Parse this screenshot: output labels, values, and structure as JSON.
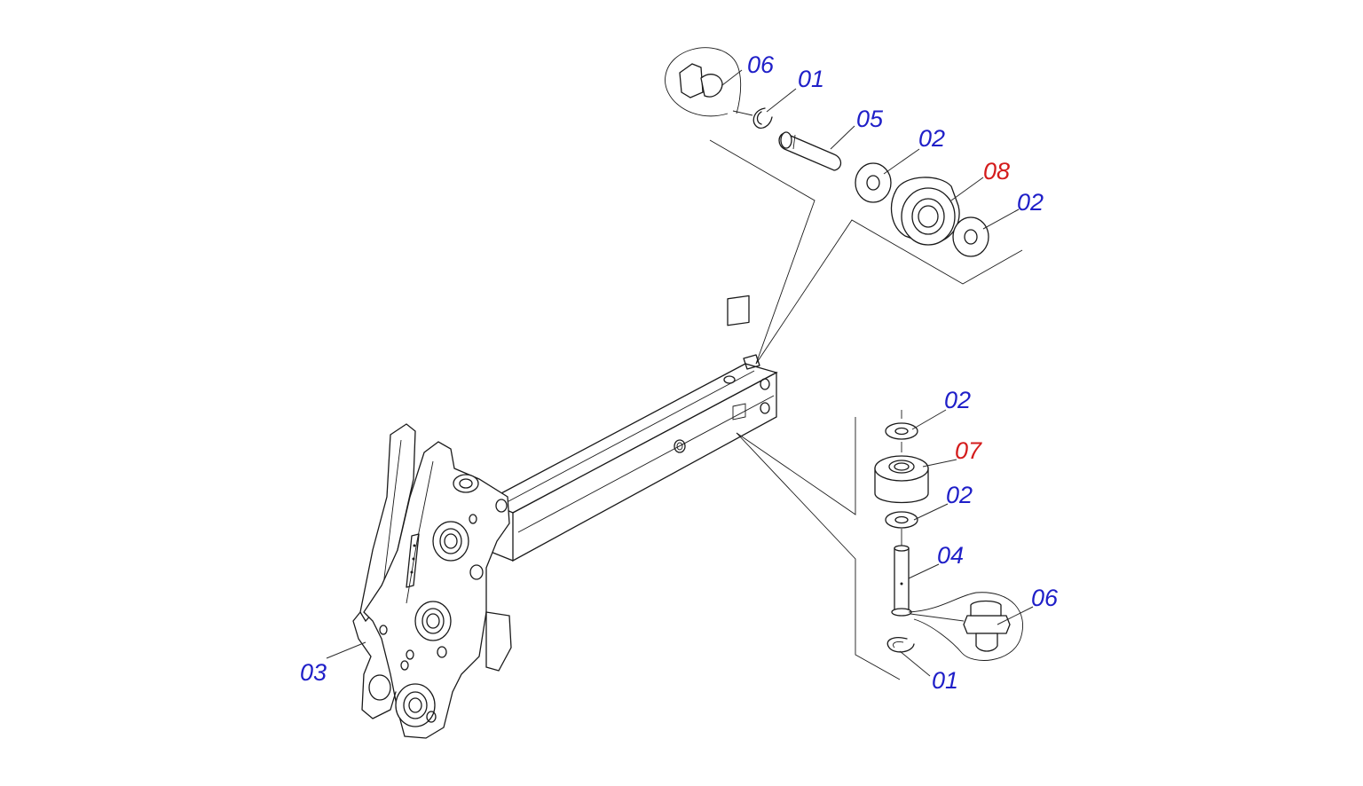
{
  "colors": {
    "standard_label": "#1f1fc8",
    "highlight_label": "#d41c1c",
    "line": "#1a1a1a"
  },
  "callouts": {
    "upper": {
      "c06": "06",
      "c01": "01",
      "c05": "05",
      "c02a": "02",
      "c08": "08",
      "c02b": "02"
    },
    "lower": {
      "c02a": "02",
      "c07": "07",
      "c02b": "02",
      "c04": "04",
      "c06": "06",
      "c01": "01"
    },
    "frame": {
      "c03": "03"
    }
  }
}
